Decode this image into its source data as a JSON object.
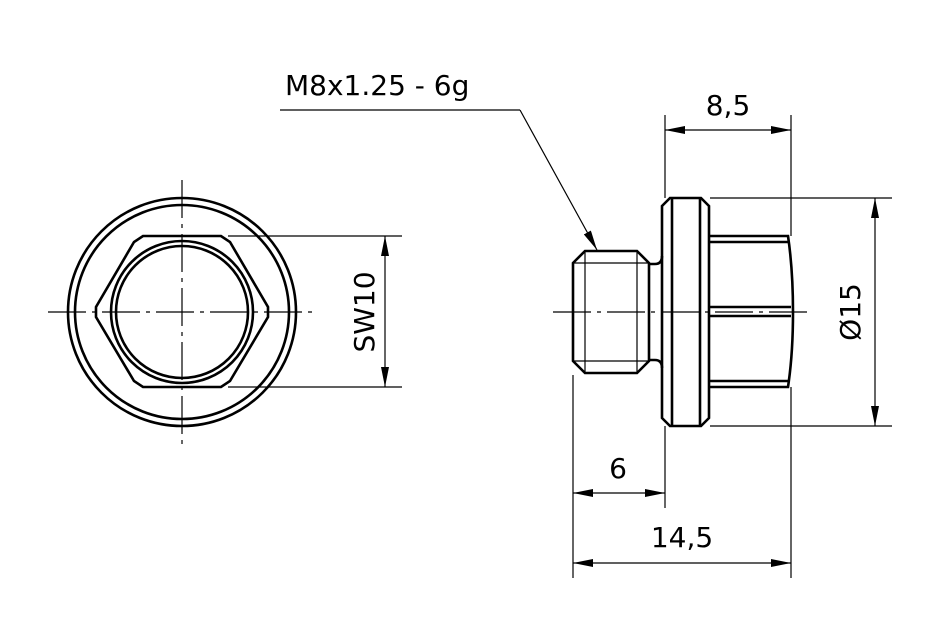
{
  "drawing": {
    "thread_callout": "M8x1.25 - 6g",
    "dimensions": {
      "flange_to_end": "8,5",
      "diameter": "Ø15",
      "wrench_size": "SW10",
      "thread_length": "6",
      "total_length": "14,5"
    },
    "line_color": "#000000",
    "background": "#ffffff"
  }
}
